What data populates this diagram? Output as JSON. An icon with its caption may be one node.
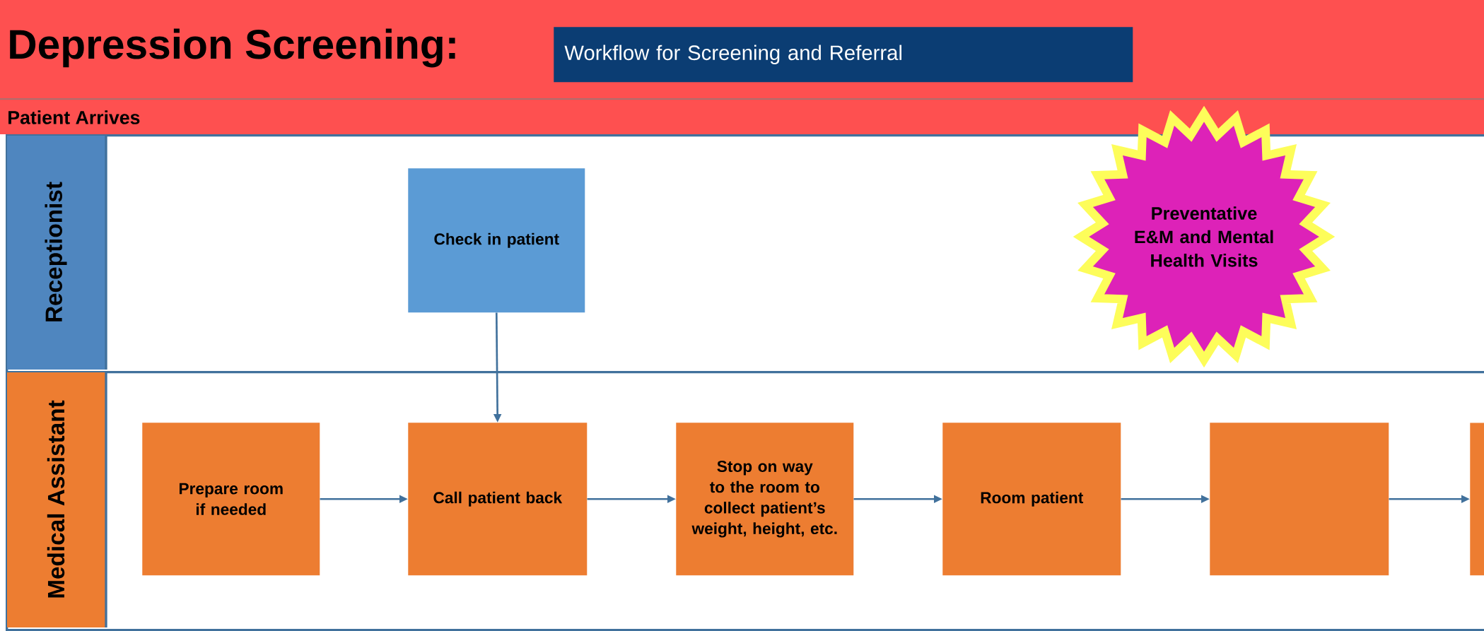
{
  "diagram": {
    "title": "Depression Screening:",
    "nodes": [
      {
        "text": [
          "Workflow for Screening and Referral"
        ]
      },
      {
        "text": [
          "Receptionist"
        ]
      },
      {
        "text": [
          "Medical Assistant"
        ]
      },
      {
        "text": [
          "Check in patient"
        ],
        "in": 1
      },
      {
        "text": [
          "Preventative E&M and Mental Health Visits"
        ],
        "in": 1
      },
      {
        "text": [
          "Prepare room if needed"
        ],
        "in": 2
      },
      {
        "text": [
          "Call patient back"
        ],
        "in": 2
      },
      {
        "text": [
          "Stop on way to the room to collect patient’s weight, height, etc."
        ],
        "in": 2
      },
      {
        "text": [
          "Room patient"
        ],
        "in": 2
      },
      {
        "text": [],
        "shape": "box",
        "in": 2
      },
      {
        "text": [],
        "shape": "box",
        "in": 2
      }
    ],
    "edges": [
      {
        "from": 3,
        "to": 6,
        "arrow": "to"
      },
      {
        "from": 5,
        "to": 6,
        "arrow": "to"
      },
      {
        "from": 6,
        "to": 7,
        "arrow": "to"
      },
      {
        "from": 7,
        "to": 8,
        "arrow": "to"
      },
      {
        "from": 8,
        "to": 9,
        "arrow": "to"
      },
      {
        "from": 9,
        "to": 10,
        "arrow": "to"
      }
    ],
    "labels": [
      "Patient Arrives"
    ]
  }
}
